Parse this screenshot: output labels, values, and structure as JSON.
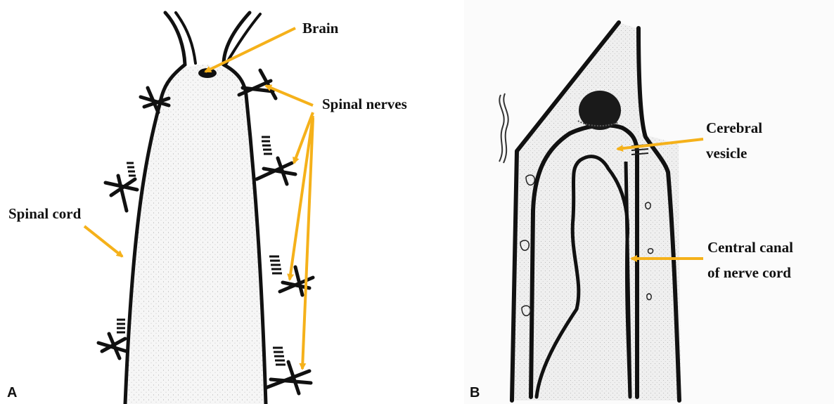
{
  "panel_a": {
    "letter": "A",
    "labels": {
      "brain": "Brain",
      "spinal_nerves": "Spinal nerves",
      "spinal_cord": "Spinal cord"
    }
  },
  "panel_b": {
    "letter": "B",
    "labels": {
      "cerebral_vesicle_line1": "Cerebral",
      "cerebral_vesicle_line2": "vesicle",
      "central_canal_line1": "Central canal",
      "central_canal_line2": "of nerve cord"
    }
  },
  "colors": {
    "arrow": "#F5B11A",
    "outline": "#111111",
    "tissue": "#f4f4f4",
    "page": "#ffffff"
  }
}
